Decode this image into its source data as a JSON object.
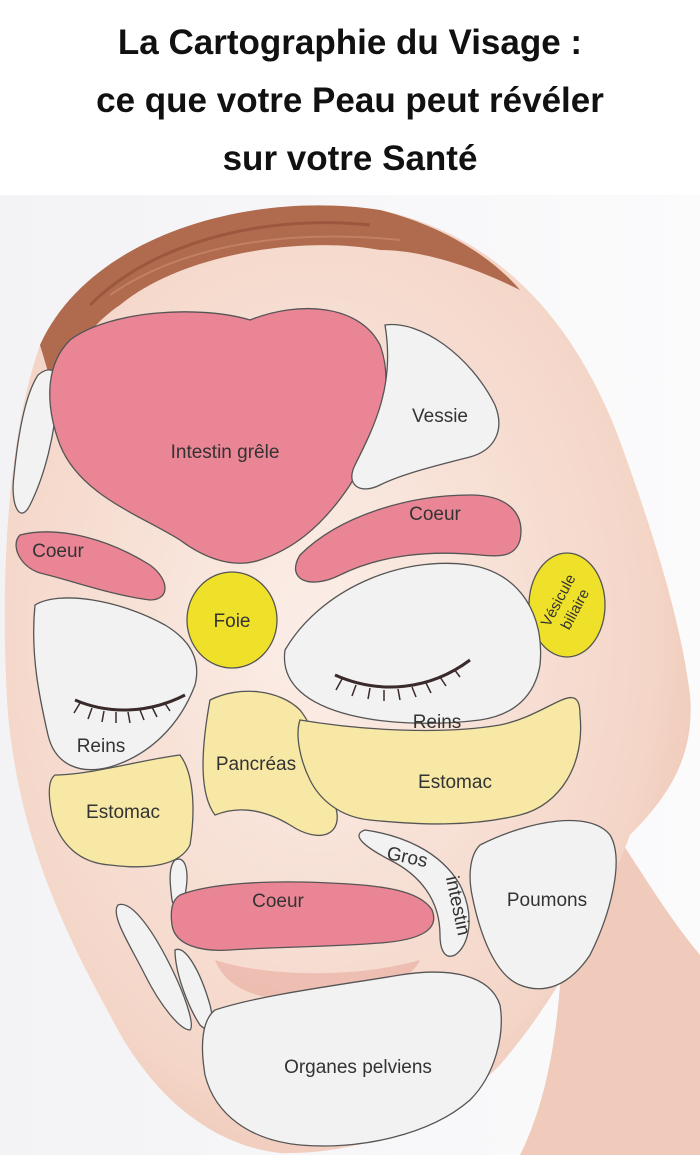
{
  "title": {
    "line1": "La Cartographie du Visage :",
    "line2": "ce que votre Peau peut révéler",
    "line3": "sur votre Santé"
  },
  "colors": {
    "pink": "#ea8595",
    "white": "#f2f2f2",
    "yellow": "#f2e37a",
    "bright_yellow": "#efe02a",
    "skin": "#f6dcd0",
    "hair": "#b06a4e"
  },
  "zones": {
    "intestin_grele": "Intestin grêle",
    "vessie": "Vessie",
    "coeur_front": "Coeur",
    "coeur_gauche": "Coeur",
    "foie": "Foie",
    "vesicule_1": "Vésicule",
    "vesicule_2": "biliaire",
    "reins_gauche": "Reins",
    "reins_droite": "Reins",
    "pancreas": "Pancréas",
    "estomac_gauche": "Estomac",
    "estomac_droite": "Estomac",
    "gros_1": "Gros",
    "gros_2": "intestin",
    "poumons": "Poumons",
    "coeur_levres": "Coeur",
    "organes_pelviens": "Organes pelviens"
  }
}
